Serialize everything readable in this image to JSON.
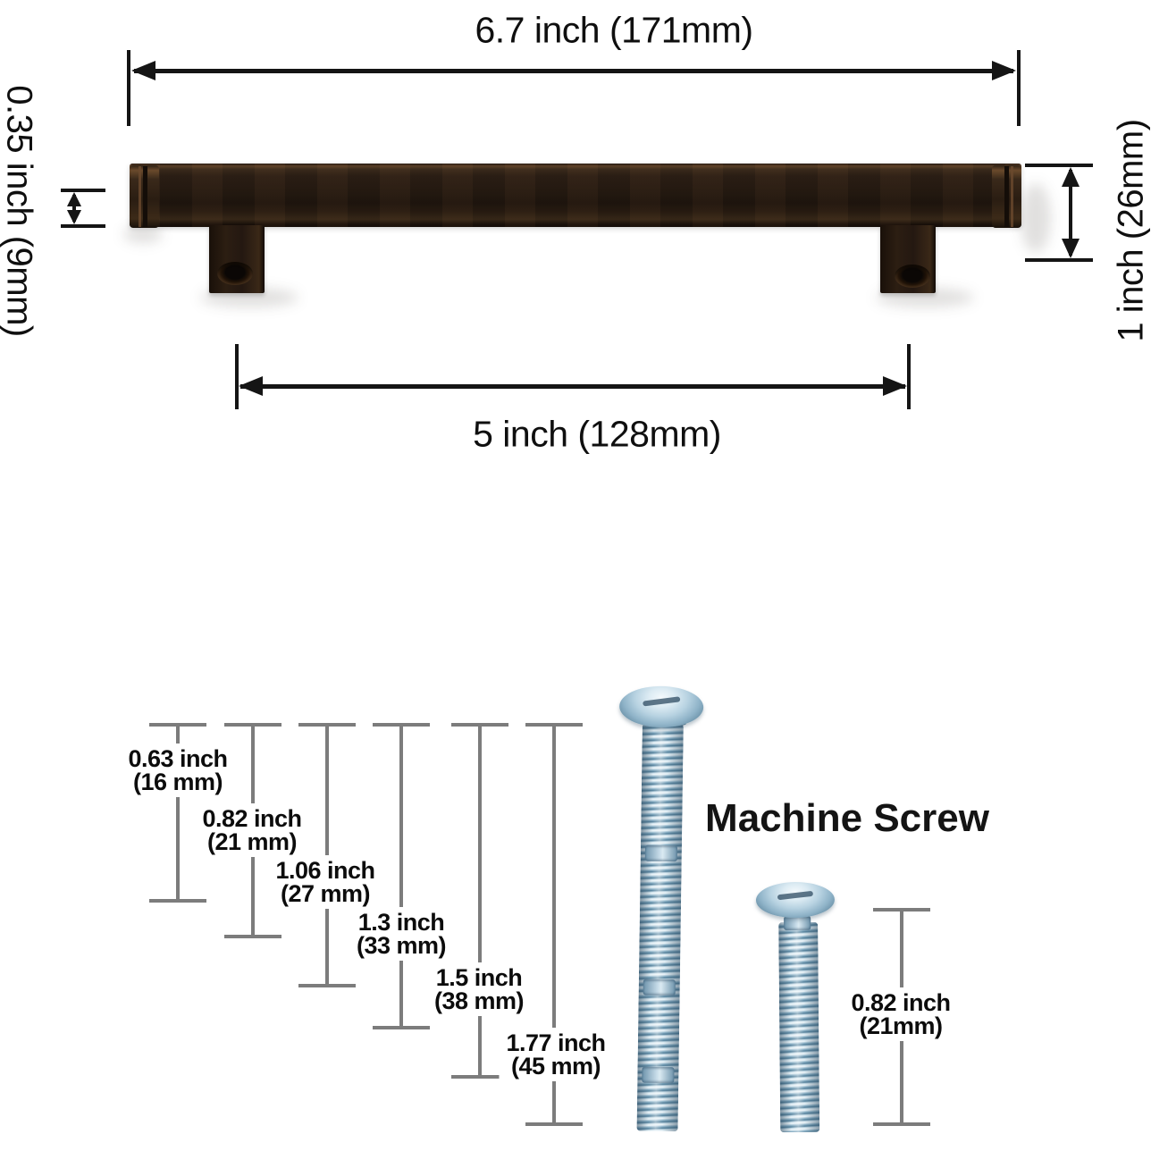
{
  "handle_dimension_diagram": {
    "overall_length_label": "6.7 inch (171mm)",
    "bar_thickness_label": "0.35 inch (9mm)",
    "bar_height_label": "1 inch (26mm)",
    "hole_spacing_label": "5 inch (128mm)",
    "handle_color": "#261a10"
  },
  "screw_length_diagram": {
    "title": "Machine Screw",
    "screw_color": "#9fc0d4",
    "indicator_line_color": "#7c7c7c",
    "lengths": [
      {
        "inch": "0.63 inch",
        "mm": "(16 mm)"
      },
      {
        "inch": "0.82 inch",
        "mm": "(21 mm)"
      },
      {
        "inch": "1.06 inch",
        "mm": "(27 mm)"
      },
      {
        "inch": "1.3 inch",
        "mm": "(33 mm)"
      },
      {
        "inch": "1.5 inch",
        "mm": "(38 mm)"
      },
      {
        "inch": "1.77 inch",
        "mm": "(45 mm)"
      }
    ],
    "small_screw_length": {
      "inch": "0.82 inch",
      "mm": "(21mm)"
    }
  }
}
